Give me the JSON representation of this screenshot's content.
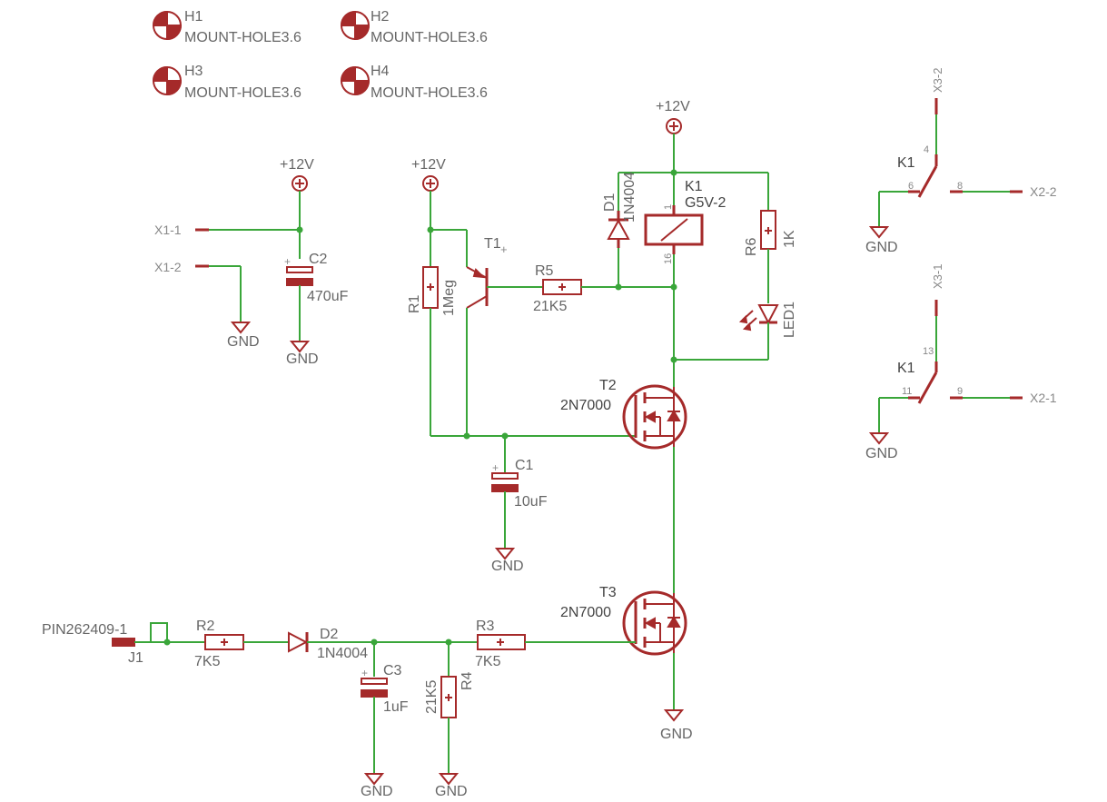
{
  "mount_holes": [
    {
      "ref": "H1",
      "value": "MOUNT-HOLE3.6"
    },
    {
      "ref": "H2",
      "value": "MOUNT-HOLE3.6"
    },
    {
      "ref": "H3",
      "value": "MOUNT-HOLE3.6"
    },
    {
      "ref": "H4",
      "value": "MOUNT-HOLE3.6"
    }
  ],
  "supply": {
    "v12": "+12V",
    "gnd": "GND"
  },
  "connectors": {
    "x1_1": "X1-1",
    "x1_2": "X1-2",
    "x2_1": "X2-1",
    "x2_2": "X2-2",
    "x3_1": "X3-1",
    "x3_2": "X3-2",
    "j1_value": "PIN262409-1",
    "j1_ref": "J1"
  },
  "components": {
    "c1": {
      "ref": "C1",
      "value": "10uF"
    },
    "c2": {
      "ref": "C2",
      "value": "470uF"
    },
    "c3": {
      "ref": "C3",
      "value": "1uF"
    },
    "r1": {
      "ref": "R1",
      "value": "1Meg"
    },
    "r2": {
      "ref": "R2",
      "value": "7K5"
    },
    "r3": {
      "ref": "R3",
      "value": "7K5"
    },
    "r4": {
      "ref": "R4",
      "value": "21K5"
    },
    "r5": {
      "ref": "R5",
      "value": "21K5"
    },
    "r6": {
      "ref": "R6",
      "value": "1K"
    },
    "d1": {
      "ref": "D1",
      "value": "1N4004"
    },
    "d2": {
      "ref": "D2",
      "value": "1N4004"
    },
    "t1": {
      "ref": "T1"
    },
    "t2": {
      "ref": "T2",
      "value": "2N7000"
    },
    "t3": {
      "ref": "T3",
      "value": "2N7000"
    },
    "k1": {
      "ref": "K1",
      "value": "G5V-2"
    },
    "led1": {
      "ref": "LED1"
    }
  },
  "relay_pins": {
    "coil_top": "1",
    "coil_bottom": "16",
    "contact_a_common": "4",
    "contact_a_nc": "6",
    "contact_a_no": "8",
    "contact_b_common": "13",
    "contact_b_nc": "11",
    "contact_b_no": "9"
  },
  "colors": {
    "wire": "#3aa63a",
    "part": "#a52a2a",
    "text": "#666666"
  }
}
